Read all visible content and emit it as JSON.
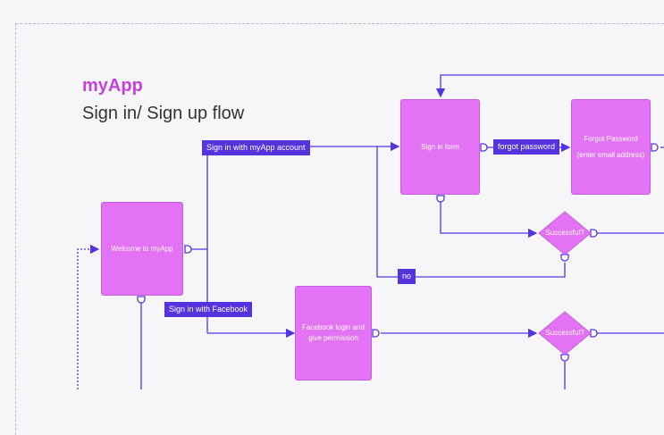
{
  "header": {
    "app_name": "myApp",
    "subtitle": "Sign in/ Sign up flow"
  },
  "nodes": {
    "welcome": "Welcome to myApp",
    "signin_form": "Sign in form",
    "forgot_password_title": "Forgot Password",
    "forgot_password_hint": "(enter email address)",
    "facebook_login": "Facebook login and give permission"
  },
  "decisions": {
    "successful_1": "Successful?",
    "successful_2": "Successful?"
  },
  "edge_labels": {
    "signin_myapp": "Sign in with myApp account",
    "forgot_password": "forgot password",
    "no": "no",
    "signin_facebook": "Sign in with Facebook"
  },
  "colors": {
    "node_fill": "#e472f5",
    "connector": "#5534e0",
    "title": "#c83fe0"
  }
}
